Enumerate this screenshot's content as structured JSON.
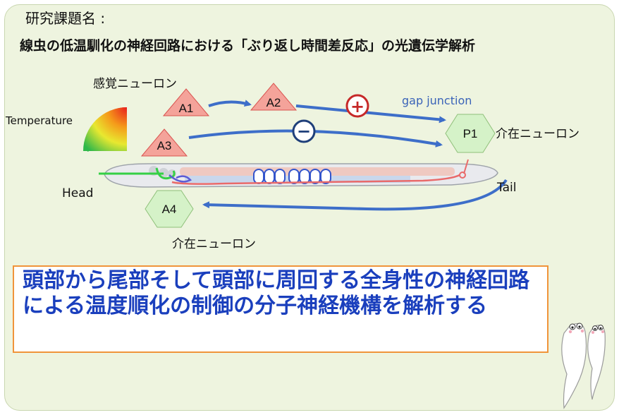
{
  "title": {
    "label": "研究課題名 :",
    "name": "線虫の低温馴化の神経回路における「ぶり返し時間差反応」の光遺伝学解析"
  },
  "labels": {
    "sensory": "感覚ニューロン",
    "interneuron_right": "介在ニューロン",
    "interneuron_bottom": "介在ニューロン",
    "temperature": "Temperature",
    "head": "Head",
    "tail": "Tail",
    "gap_junction": "gap junction"
  },
  "neurons": {
    "a1": "A1",
    "a2": "A2",
    "a3": "A3",
    "a4": "A4",
    "p1": "P1"
  },
  "signs": {
    "plus": "+",
    "minus": "−"
  },
  "summary": "頭部から尾部そして頭部に周回する全身性の神経回路による温度順化の制御の分子神経機構を解析する",
  "colors": {
    "background": "#eef4df",
    "sensory_fill": "#f4a39a",
    "interneuron_fill": "#d5f2c8",
    "arrow": "#3d6ec9",
    "summary_text": "#1a3fbd",
    "summary_border": "#f0943a"
  }
}
